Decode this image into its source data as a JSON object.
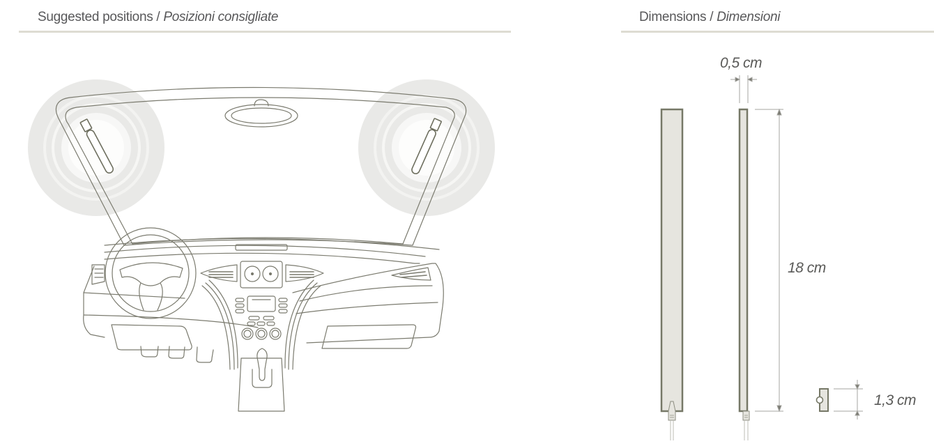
{
  "left_panel": {
    "title_en": "Suggested positions",
    "separator": " / ",
    "title_it": "Posizioni consigliate",
    "illustration": "car-interior-windshield-with-two-antenna-positions",
    "highlight_color": "#e9e9e7",
    "line_color": "#7b7b6f"
  },
  "right_panel": {
    "title_en": "Dimensions",
    "separator": " / ",
    "title_it": "Dimensioni",
    "dimensions": {
      "width": "0,5 cm",
      "length": "18 cm",
      "connector": "1,3 cm"
    },
    "strip_fill": "#e6e5df",
    "strip_stroke": "#767867"
  },
  "rule_color": "#dedcd2"
}
